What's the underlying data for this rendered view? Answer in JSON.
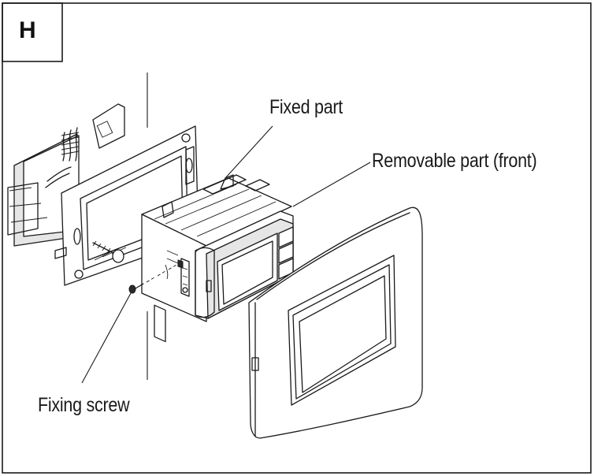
{
  "step": "H",
  "labels": {
    "fixed_part": "Fixed part",
    "removable_part": "Removable part (front)",
    "fixing_screw": "Fixing screw"
  }
}
